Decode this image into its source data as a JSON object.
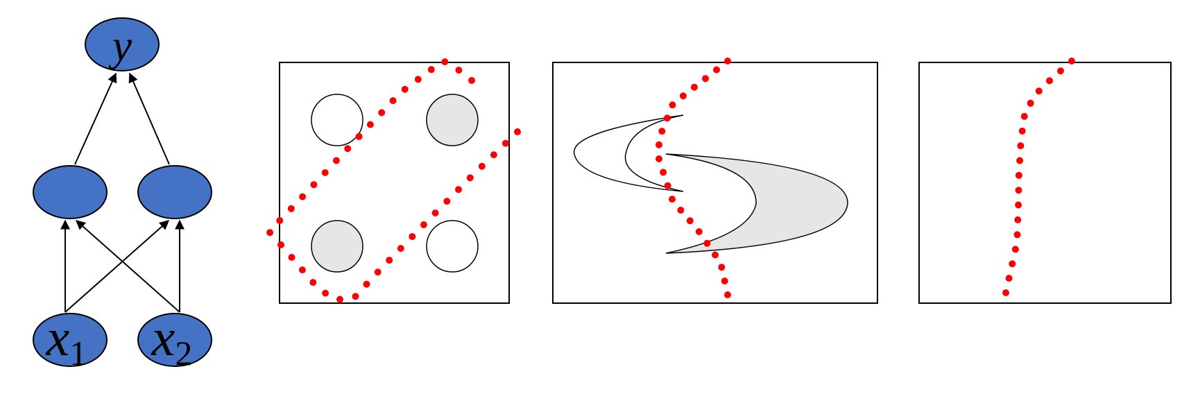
{
  "network": {
    "output_node": {
      "label": "y"
    },
    "input_nodes": [
      {
        "label": "x",
        "subscript": "1"
      },
      {
        "label": "x",
        "subscript": "2"
      }
    ]
  },
  "colors": {
    "node_fill": "#4472C4",
    "decision_boundary": "#ff0000",
    "class_filled": "#e6e6e6",
    "class_empty": "#ffffff"
  }
}
